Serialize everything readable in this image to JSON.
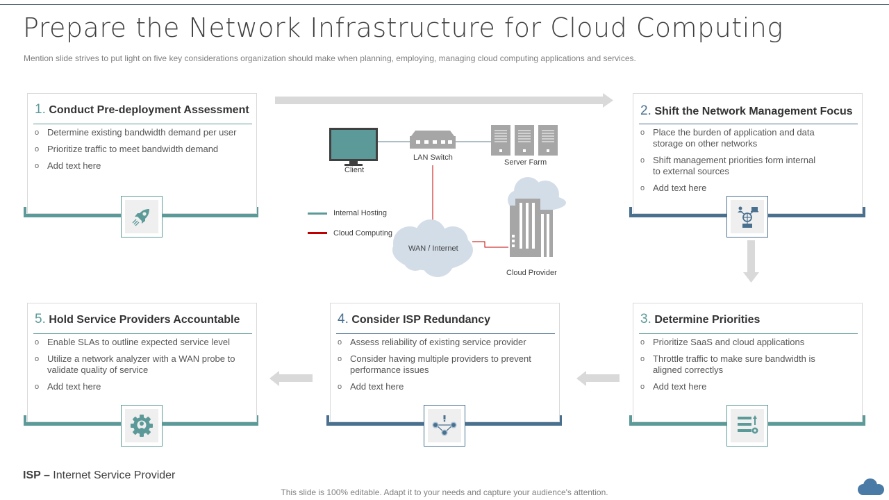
{
  "header": {
    "title": "Prepare the Network Infrastructure for Cloud Computing",
    "subtitle": "Mention slide strives to put light on five key considerations organization should make when planning, employing, managing cloud computing applications and services."
  },
  "colors": {
    "teal": "#5b9a98",
    "blue": "#4a7090",
    "arrow_gray": "#d9d9d9",
    "cloud_red": "#c00000"
  },
  "steps": [
    {
      "num": "1.",
      "title": "Conduct Pre-deployment Assessment",
      "icon": "rocket-icon",
      "bullets": [
        "Determine existing bandwidth demand per user",
        "Prioritize traffic to meet bandwidth demand",
        "Add text here"
      ]
    },
    {
      "num": "2.",
      "title": "Shift the Network Management Focus",
      "icon": "network-globe-icon",
      "bullets": [
        "Place the burden of application and data storage on other networks",
        "Shift management priorities form internal to external sources",
        "Add text here"
      ]
    },
    {
      "num": "3.",
      "title": "Determine Priorities",
      "icon": "priority-list-icon",
      "bullets": [
        "Prioritize SaaS and cloud applications",
        "Throttle traffic to make sure bandwidth is aligned correctlys",
        "Add text here"
      ]
    },
    {
      "num": "4.",
      "title": "Consider ISP Redundancy",
      "icon": "redundancy-nodes-icon",
      "bullets": [
        "Assess reliability of existing service provider",
        "Consider having multiple providers to prevent performance issues",
        "Add text here"
      ]
    },
    {
      "num": "5.",
      "title": "Hold Service Providers Accountable",
      "icon": "gear-user-icon",
      "bullets": [
        "Enable SLAs to outline expected service level",
        "Utilize a network analyzer with a WAN probe to validate quality of service",
        "Add text here"
      ]
    }
  ],
  "bullet_glyph": "o",
  "diagram": {
    "client": "Client",
    "lan_switch": "LAN Switch",
    "server_farm": "Server Farm",
    "wan": "WAN / Internet",
    "cloud_provider": "Cloud Provider",
    "legend": [
      {
        "label": "Internal Hosting",
        "color": "#5b9a98"
      },
      {
        "label": "Cloud Computing",
        "color": "#c00000"
      }
    ]
  },
  "footer": {
    "abbr": "ISP –",
    "abbr_def": " Internet  Service Provider",
    "note": "This slide is 100% editable. Adapt it to your needs and capture your audience's attention."
  }
}
